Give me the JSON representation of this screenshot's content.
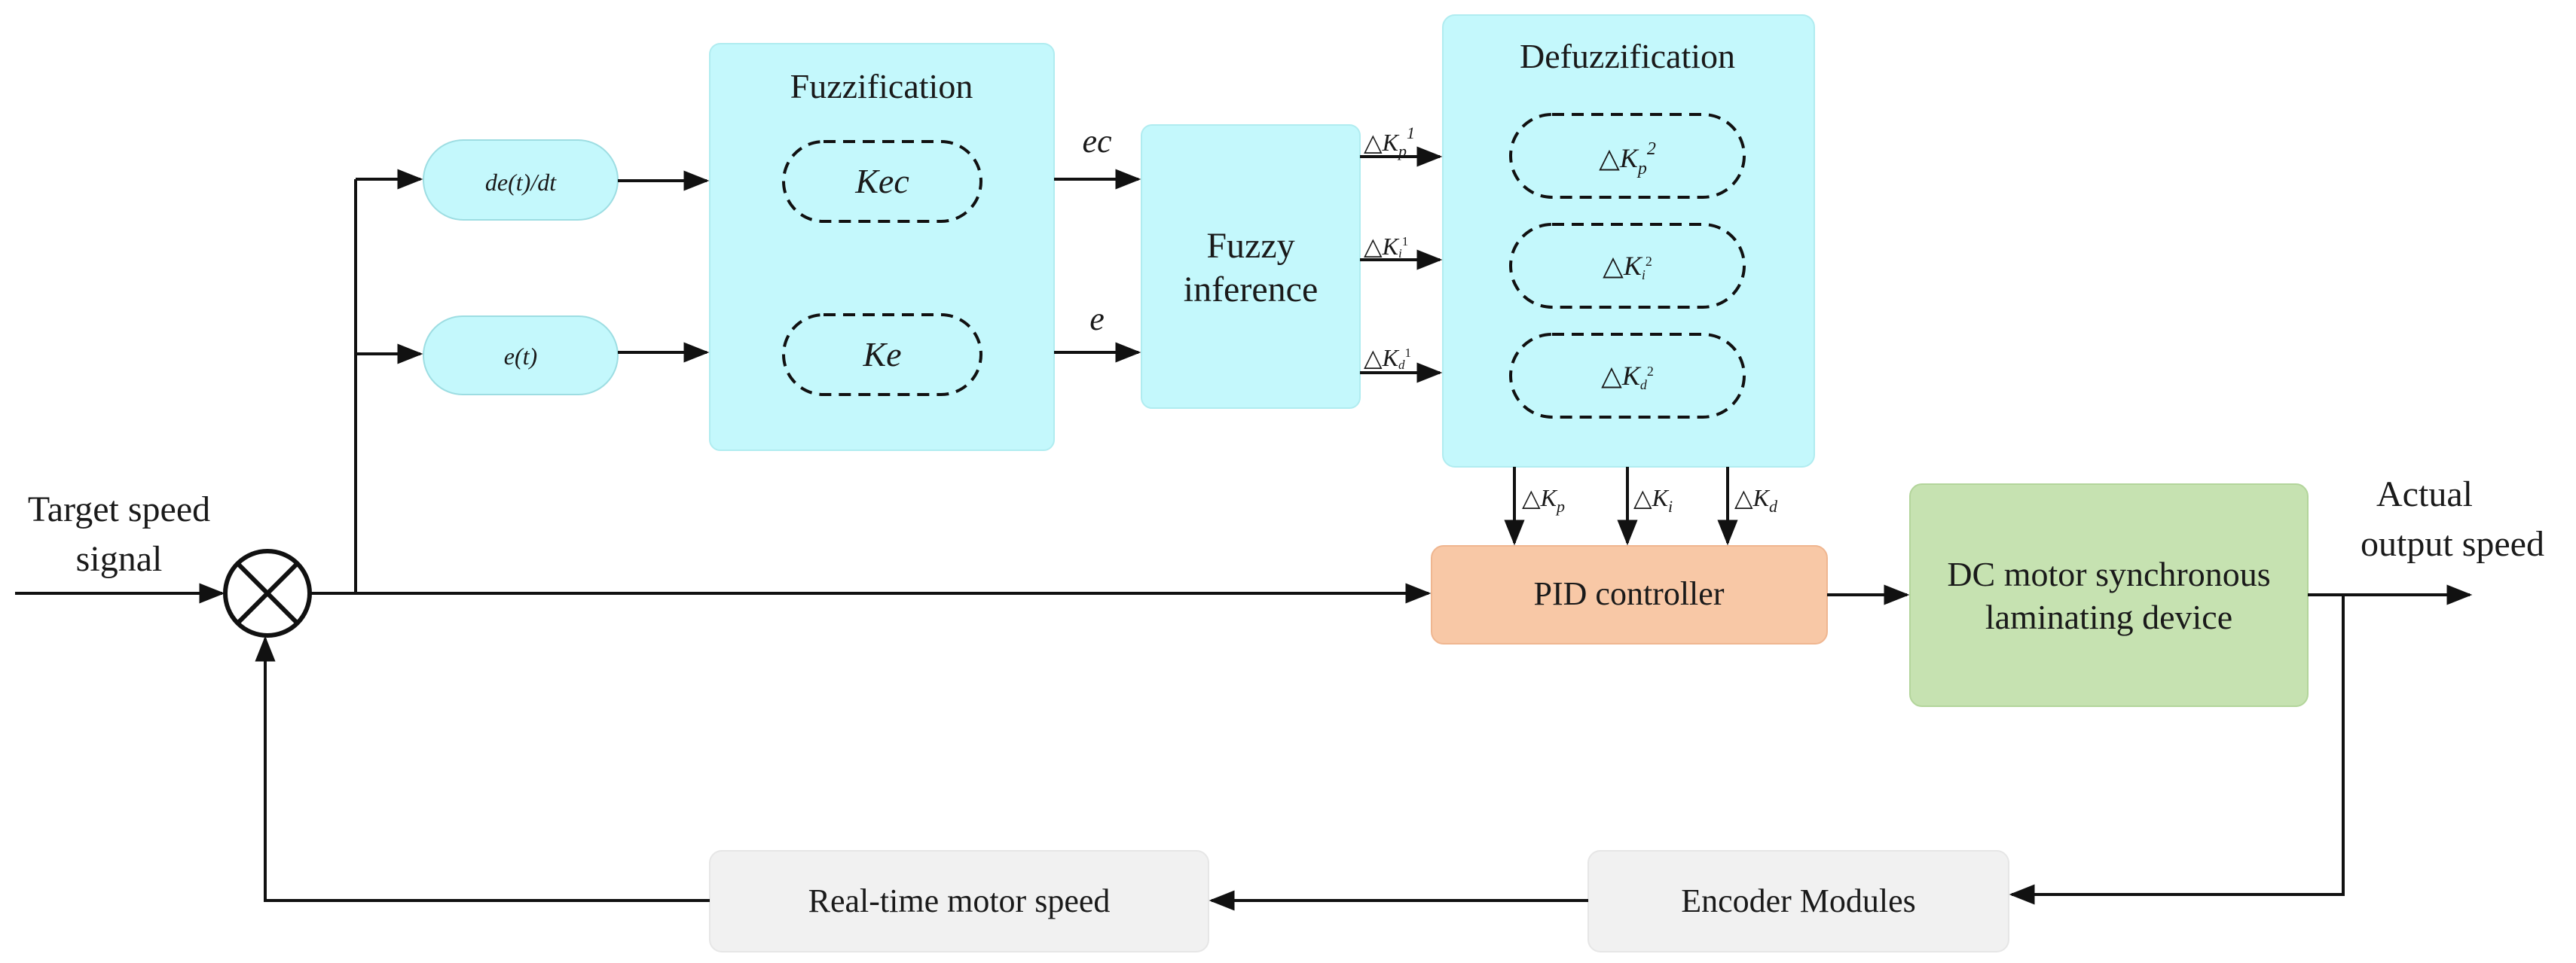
{
  "input_label": [
    "Target speed",
    "signal"
  ],
  "output_label": [
    "Actual",
    "output speed"
  ],
  "derivative_block": "de(t)/dt",
  "error_block": "e(t)",
  "fuzzification": {
    "title": "Fuzzification",
    "kec": "Kec",
    "ke": "Ke"
  },
  "signals": {
    "ec": "ec",
    "e": "e"
  },
  "inference": [
    "Fuzzy",
    "inference"
  ],
  "delta": "△",
  "inference_outputs": [
    {
      "k": "K",
      "sub": "p",
      "sup": "1"
    },
    {
      "k": "K",
      "sub": "i",
      "sup": "1"
    },
    {
      "k": "K",
      "sub": "d",
      "sup": "1"
    }
  ],
  "defuzzification": {
    "title": "Defuzzification",
    "items": [
      {
        "k": "K",
        "sub": "p",
        "sup": "2"
      },
      {
        "k": "K",
        "sub": "i",
        "sup": "2"
      },
      {
        "k": "K",
        "sub": "d",
        "sup": "2"
      }
    ]
  },
  "pid_inputs": [
    {
      "k": "K",
      "sub": "p"
    },
    {
      "k": "K",
      "sub": "i"
    },
    {
      "k": "K",
      "sub": "d"
    }
  ],
  "pid_controller": "PID controller",
  "plant": [
    "DC motor synchronous",
    "laminating device"
  ],
  "encoder": "Encoder Modules",
  "feedback": "Real-time motor speed",
  "colors": {
    "cyan": "#c4f8fc",
    "cyan_border": "#a9e9ee",
    "pid": "#f8c8a6",
    "plant": "#c6e2b1",
    "gray": "#f1f1f1",
    "line": "#111111"
  }
}
